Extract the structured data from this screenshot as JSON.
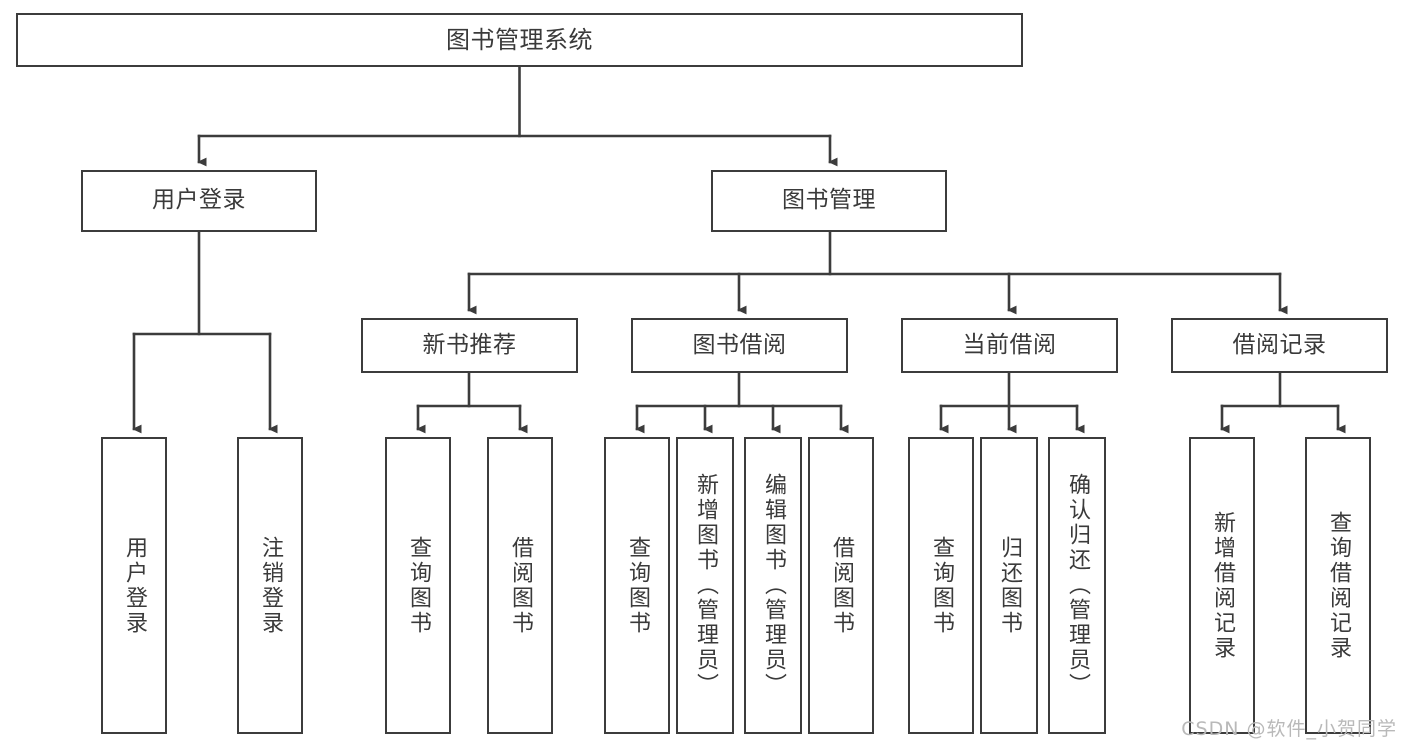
{
  "diagram": {
    "title": "图书管理系统",
    "type": "tree-hierarchy-chart",
    "root": {
      "label": "图书管理系统"
    },
    "level2": [
      {
        "label": "用户登录"
      },
      {
        "label": "图书管理"
      }
    ],
    "level3": [
      {
        "label": "新书推荐"
      },
      {
        "label": "图书借阅"
      },
      {
        "label": "当前借阅"
      },
      {
        "label": "借阅记录"
      }
    ],
    "leaves": [
      {
        "label": "用户登录"
      },
      {
        "label": "注销登录"
      },
      {
        "label": "查询图书"
      },
      {
        "label": "借阅图书"
      },
      {
        "label": "查询图书"
      },
      {
        "label": "新增图书（管理员）"
      },
      {
        "label": "编辑图书（管理员）"
      },
      {
        "label": "借阅图书"
      },
      {
        "label": "查询图书"
      },
      {
        "label": "归还图书"
      },
      {
        "label": "确认归还（管理员）"
      },
      {
        "label": "新增借阅记录"
      },
      {
        "label": "查询借阅记录"
      }
    ]
  },
  "watermark": {
    "text": "CSDN @软件_小贺同学"
  },
  "colors": {
    "border": "#3c3c3c",
    "text": "#3a3a3a",
    "background": "#ffffff",
    "watermark": "#b9b9b9"
  }
}
